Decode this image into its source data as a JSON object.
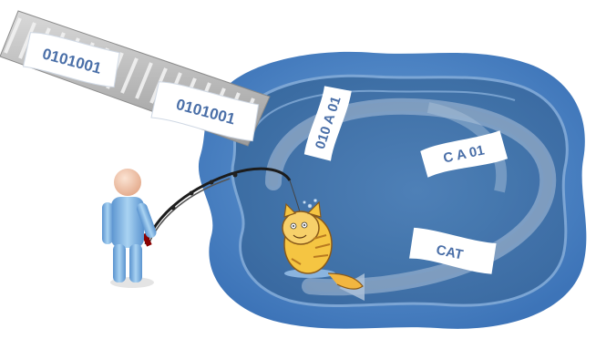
{
  "labels": {
    "conveyor_card_1": "0101001",
    "conveyor_card_2": "0101001",
    "pond_card_1": "010 A 01",
    "pond_card_2": "C A 01",
    "pond_card_3": "CAT"
  },
  "colors": {
    "pond_outer": "#4f86c6",
    "pond_inner": "#3f6fa6",
    "conveyor": "#a8a8a8",
    "card_text": "#4a6fa8",
    "person_body": "#8fbce6",
    "cat_fur": "#f5c542"
  },
  "icons": [
    "person-icon",
    "fishing-rod-icon",
    "cat-icon",
    "conveyor-belt-icon"
  ]
}
